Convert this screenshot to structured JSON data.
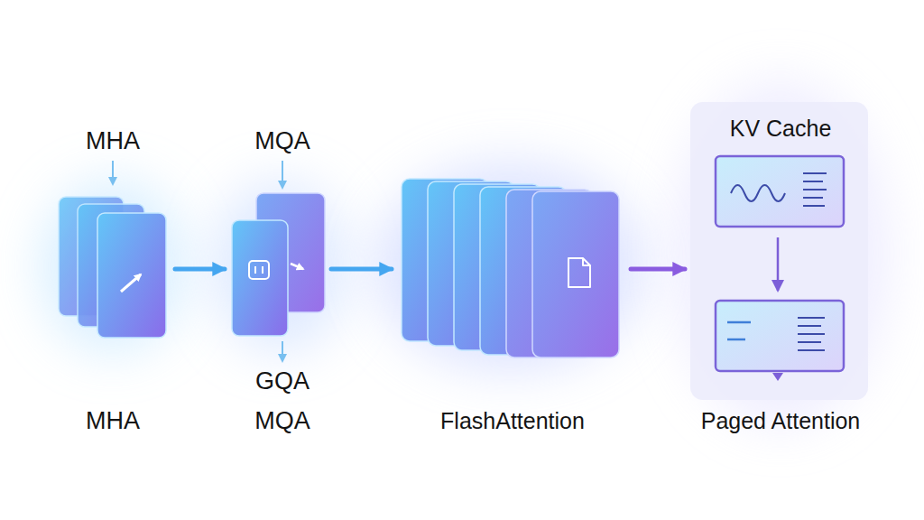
{
  "diagram": {
    "nodes": [
      {
        "text": [
          "MHA",
          "MHA"
        ]
      },
      {
        "text": [
          "MQA",
          "GQA",
          "MQA"
        ]
      },
      {
        "text": [
          "FlashAttention"
        ]
      },
      {
        "text": [
          "KV Cache",
          "Paged Attention"
        ]
      }
    ],
    "edges": [
      {
        "from": 0,
        "to": 1,
        "arrow": "to"
      },
      {
        "from": 1,
        "to": 2,
        "arrow": "to"
      },
      {
        "from": 2,
        "to": 3,
        "arrow": "to"
      }
    ]
  }
}
